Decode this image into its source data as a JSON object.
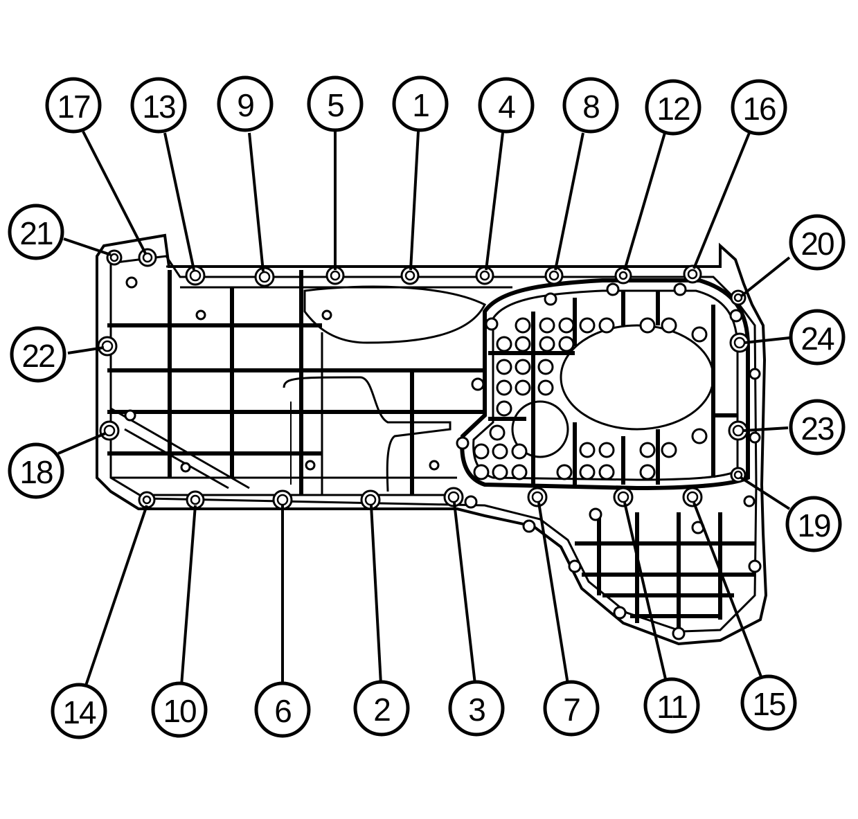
{
  "callouts": [
    {
      "label": "17"
    },
    {
      "label": "13"
    },
    {
      "label": "9"
    },
    {
      "label": "5"
    },
    {
      "label": "1"
    },
    {
      "label": "4"
    },
    {
      "label": "8"
    },
    {
      "label": "12"
    },
    {
      "label": "16"
    },
    {
      "label": "21"
    },
    {
      "label": "20"
    },
    {
      "label": "22"
    },
    {
      "label": "24"
    },
    {
      "label": "18"
    },
    {
      "label": "23"
    },
    {
      "label": "19"
    },
    {
      "label": "14"
    },
    {
      "label": "10"
    },
    {
      "label": "6"
    },
    {
      "label": "2"
    },
    {
      "label": "3"
    },
    {
      "label": "7"
    },
    {
      "label": "11"
    },
    {
      "label": "15"
    }
  ]
}
